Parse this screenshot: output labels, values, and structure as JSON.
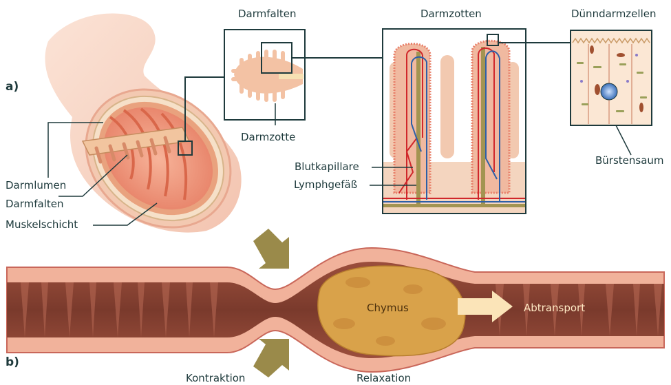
{
  "panels": {
    "a": "a)",
    "b": "b)"
  },
  "labels": {
    "darmfalten_top": "Darmfalten",
    "darmzotten": "Darmzotten",
    "duenndarmzellen": "Dünndarmzellen",
    "darmzotte": "Darmzotte",
    "buerstensaum": "Bürstensaum",
    "blutkapillare": "Blutkapillare",
    "lymphgefaess": "Lymphgefäß",
    "darmlumen": "Darmlumen",
    "darmfalten_left": "Darmfalten",
    "muskelschicht": "Muskelschicht",
    "chymus": "Chymus",
    "abtransport": "Abtransport",
    "kontraktion": "Kontraktion",
    "relaxation": "Relaxation"
  },
  "colors": {
    "outline": "#1e3a3c",
    "tissue": "#f5c8a8",
    "muscle": "#c9675a",
    "blood": "#d0272b",
    "lymph": "#2c5fa8",
    "arrow": "#9a8a4a",
    "chymus": "#d9a24a"
  }
}
